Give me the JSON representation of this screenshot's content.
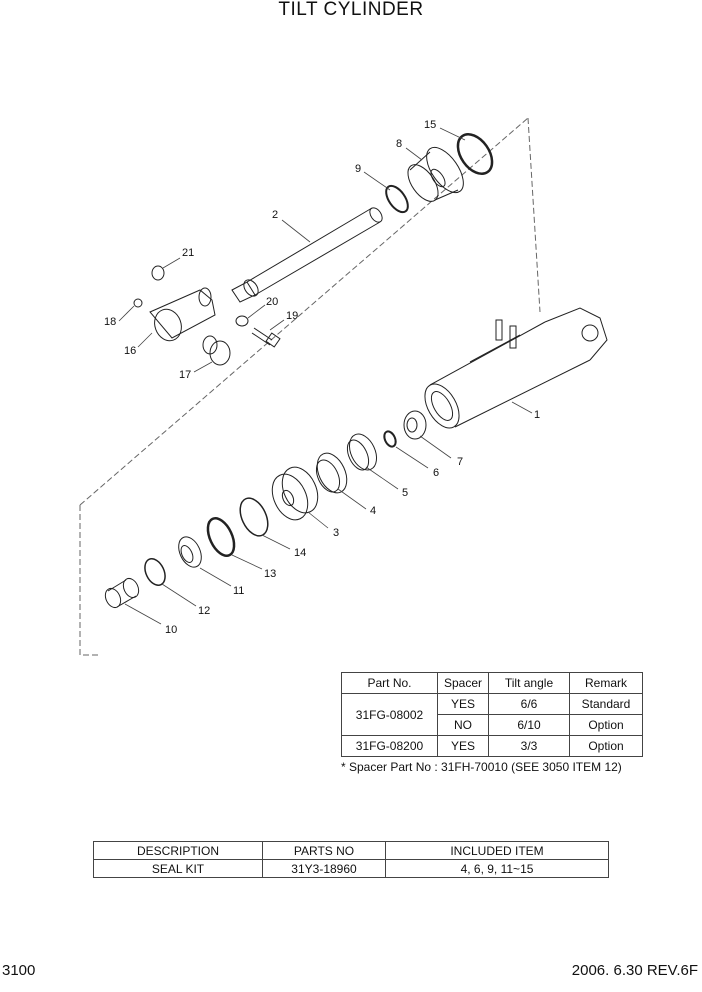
{
  "title": "TILT CYLINDER",
  "part_labels": [
    "1",
    "2",
    "3",
    "4",
    "5",
    "6",
    "7",
    "8",
    "9",
    "10",
    "11",
    "12",
    "13",
    "14",
    "15",
    "16",
    "17",
    "18",
    "19",
    "20",
    "21"
  ],
  "spec_table": {
    "headers": [
      "Part No.",
      "Spacer",
      "Tilt angle",
      "Remark"
    ],
    "groups": [
      {
        "part_no": "31FG-08002",
        "rows": [
          {
            "spacer": "YES",
            "tilt": "6/6",
            "remark": "Standard"
          },
          {
            "spacer": "NO",
            "tilt": "6/10",
            "remark": "Option"
          }
        ]
      },
      {
        "part_no": "31FG-08200",
        "rows": [
          {
            "spacer": "YES",
            "tilt": "3/3",
            "remark": "Option"
          }
        ]
      }
    ]
  },
  "note": "* Spacer Part No : 31FH-70010 (SEE 3050 ITEM 12)",
  "seal_table": {
    "headers": [
      "DESCRIPTION",
      "PARTS NO",
      "INCLUDED ITEM"
    ],
    "row": {
      "description": "SEAL KIT",
      "parts_no": "31Y3-18960",
      "included": "4, 6, 9, 11~15"
    }
  },
  "footer": {
    "page": "3100",
    "revision": "2006. 6.30  REV.6F"
  }
}
